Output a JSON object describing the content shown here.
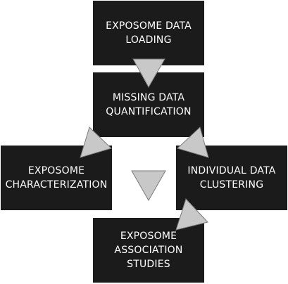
{
  "diagram": {
    "title": "",
    "nodes": [
      {
        "id": "loading",
        "lines": [
          "EXPOSOME DATA",
          "LOADING"
        ]
      },
      {
        "id": "missing",
        "lines": [
          "MISSING DATA",
          "QUANTIFICATION"
        ]
      },
      {
        "id": "characterization",
        "lines": [
          "EXPOSOME",
          "CHARACTERIZATION"
        ]
      },
      {
        "id": "clustering",
        "lines": [
          "INDIVIDUAL DATA",
          "CLUSTERING"
        ]
      },
      {
        "id": "association",
        "lines": [
          "EXPOSOME",
          "ASSOCIATION",
          "STUDIES"
        ]
      }
    ],
    "edges": [
      {
        "from": "loading",
        "to": "missing"
      },
      {
        "from": "missing",
        "to": "characterization"
      },
      {
        "from": "missing",
        "to": "clustering"
      },
      {
        "from": "clustering",
        "to": "association"
      },
      {
        "from": "missing",
        "to": "association"
      }
    ],
    "colors": {
      "box": "#1b1b1b",
      "text": "#ffffff",
      "arrow_fill": "#c8c8c8",
      "arrow_stroke": "#7a7a7a"
    }
  }
}
